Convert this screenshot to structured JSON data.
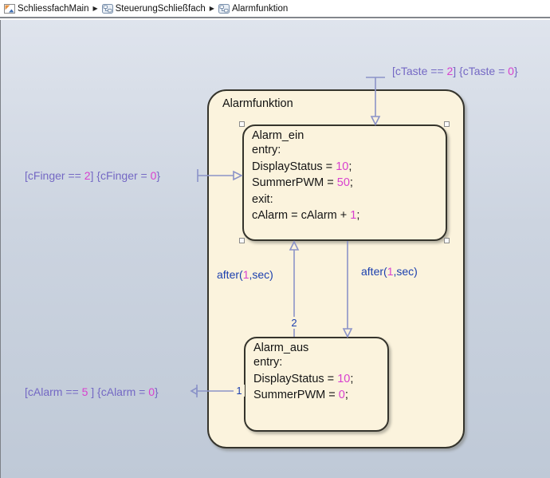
{
  "breadcrumb": {
    "separator": "▶",
    "items": [
      {
        "label": "SchliessfachMain",
        "icon": "simulink-model-icon"
      },
      {
        "label": "SteuerungSchließfach",
        "icon": "stateflow-chart-icon"
      },
      {
        "label": "Alarmfunktion",
        "icon": "stateflow-chart-icon"
      }
    ]
  },
  "diagram": {
    "container_state": {
      "title": "Alarmfunktion"
    },
    "states": {
      "alarm_ein": {
        "title": "Alarm_ein",
        "selected": true,
        "body": [
          [
            {
              "text": "entry:"
            }
          ],
          [
            {
              "text": "DisplayStatus = "
            },
            {
              "text": "10",
              "cls": "num"
            },
            {
              "text": ";"
            }
          ],
          [
            {
              "text": "SummerPWM = "
            },
            {
              "text": "50",
              "cls": "num"
            },
            {
              "text": ";"
            }
          ],
          [
            {
              "text": "exit:"
            }
          ],
          [
            {
              "text": "cAlarm = cAlarm + "
            },
            {
              "text": "1",
              "cls": "num"
            },
            {
              "text": ";"
            }
          ]
        ]
      },
      "alarm_aus": {
        "title": "Alarm_aus",
        "selected": false,
        "body": [
          [
            {
              "text": "entry:"
            }
          ],
          [
            {
              "text": "DisplayStatus = "
            },
            {
              "text": "10",
              "cls": "num"
            },
            {
              "text": ";"
            }
          ],
          [
            {
              "text": "SummerPWM = "
            },
            {
              "text": "0",
              "cls": "num"
            },
            {
              "text": ";"
            }
          ]
        ]
      }
    },
    "transitions": {
      "taste": {
        "label": [
          {
            "text": "[cTaste == "
          },
          {
            "text": "2",
            "cls": "num"
          },
          {
            "text": "] {cTaste = "
          },
          {
            "text": "0",
            "cls": "num"
          },
          {
            "text": "}"
          }
        ]
      },
      "finger": {
        "label": [
          {
            "text": "[cFinger == "
          },
          {
            "text": "2",
            "cls": "num"
          },
          {
            "text": "] {cFinger = "
          },
          {
            "text": "0",
            "cls": "num"
          },
          {
            "text": "}"
          }
        ]
      },
      "calarm": {
        "priority": "1",
        "label": [
          {
            "text": "[cAlarm == "
          },
          {
            "text": "5",
            "cls": "num"
          },
          {
            "text": " ] {cAlarm = "
          },
          {
            "text": "0",
            "cls": "num"
          },
          {
            "text": "}"
          }
        ]
      },
      "ein_to_aus": {
        "label": [
          {
            "text": "after(",
            "cls": "kw"
          },
          {
            "text": "1",
            "cls": "num"
          },
          {
            "text": ",sec)",
            "cls": "kw"
          }
        ]
      },
      "aus_to_ein": {
        "priority": "2",
        "label": [
          {
            "text": "after(",
            "cls": "kw"
          },
          {
            "text": "1",
            "cls": "num"
          },
          {
            "text": ",sec)",
            "cls": "kw"
          }
        ]
      }
    },
    "colors": {
      "state_fill": "#fbf3dd",
      "state_border": "#35342c",
      "transition_line": "#8b93c8",
      "condition_text": "#7468c4",
      "number_text": "#d840cf",
      "keyword_text": "#1b3fae",
      "canvas_top": "#dfe4ed",
      "canvas_bottom": "#bfc9d7"
    }
  }
}
